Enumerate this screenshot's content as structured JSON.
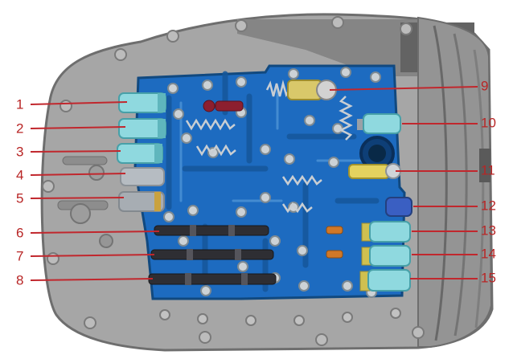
{
  "diagram": {
    "type": "technical-callout-diagram",
    "subject": "Automatic transmission valve body with numbered callouts",
    "background": "#ffffff",
    "colors": {
      "case_gray": "#a6a6a6",
      "case_edge": "#6e6e6e",
      "bell_housing_gray": "#939393",
      "top_shadow_gray": "#858585",
      "valve_body_blue": "#1d6bc0",
      "channel_blue": "#15579b",
      "bolt_gray": "#ccd2d6",
      "solenoid_cyan": "#8fd9df",
      "solenoid_cyan_edge": "#47a0a8",
      "solenoid_gray": "#b6bcc2",
      "solenoid_yellow": "#d9c86a",
      "solenoid_dark_blue": "#3a5fc2",
      "valve_rod_dark": "#2e2e33",
      "accent_orange": "#d07828",
      "accent_dark_red": "#8c1f2f",
      "leader_red": "#c1272d",
      "label_red": "#b82525"
    },
    "callouts": [
      {
        "number": "1",
        "side": "left"
      },
      {
        "number": "2",
        "side": "left"
      },
      {
        "number": "3",
        "side": "left"
      },
      {
        "number": "4",
        "side": "left"
      },
      {
        "number": "5",
        "side": "left"
      },
      {
        "number": "6",
        "side": "left"
      },
      {
        "number": "7",
        "side": "left"
      },
      {
        "number": "8",
        "side": "left"
      },
      {
        "number": "9",
        "side": "right"
      },
      {
        "number": "10",
        "side": "right"
      },
      {
        "number": "11",
        "side": "right"
      },
      {
        "number": "12",
        "side": "right"
      },
      {
        "number": "13",
        "side": "right"
      },
      {
        "number": "14",
        "side": "right"
      },
      {
        "number": "15",
        "side": "right"
      }
    ]
  }
}
